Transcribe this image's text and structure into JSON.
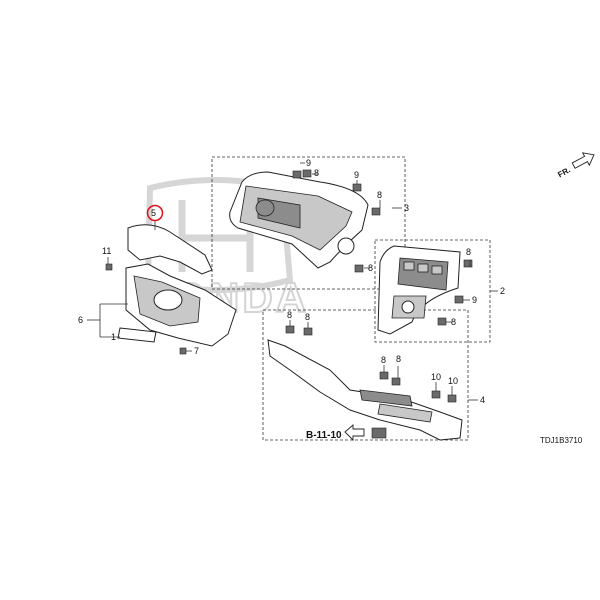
{
  "callouts": {
    "n1": "1",
    "n2": "2",
    "n3": "3",
    "n4": "4",
    "n5": "5",
    "n6": "6",
    "n7": "7",
    "n8": "8",
    "n9": "9",
    "n10": "10",
    "n11": "11"
  },
  "reference_code": "B-11-10",
  "diagram_code": "TDJ1B3710",
  "front_label": "FR.",
  "watermark": "HONDA",
  "highlight_color": "#e0101a"
}
